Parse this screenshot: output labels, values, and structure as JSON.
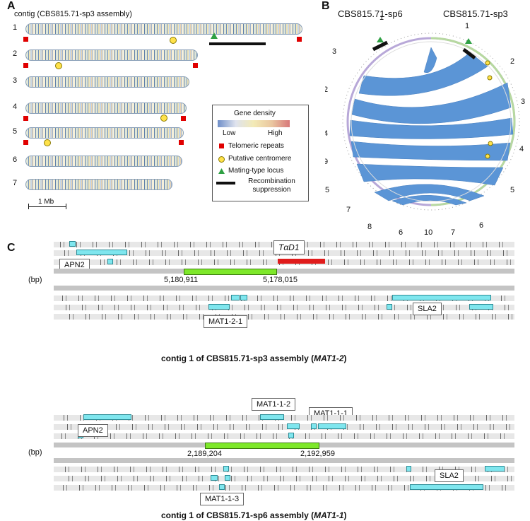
{
  "panel_a": {
    "letter": "A",
    "title": "contig (CBS815.71-sp3 assembly)",
    "chromosomes": [
      "1",
      "2",
      "3",
      "4",
      "5",
      "6",
      "7"
    ],
    "scale_label": "1 Mb"
  },
  "legend": {
    "title": "Gene density",
    "low": "Low",
    "high": "High",
    "telomeric": "Telomeric repeats",
    "centromere": "Putative centromere",
    "mating": "Mating-type locus",
    "recombination": "Recombination suppression"
  },
  "panel_b": {
    "letter": "B",
    "left_title": "CBS815.71-sp6",
    "right_title": "CBS815.71-sp3",
    "left_labels": [
      "1",
      "3",
      "2",
      "4",
      "9",
      "5",
      "7",
      "8",
      "6",
      "10"
    ],
    "right_labels": [
      "1",
      "2",
      "3",
      "4",
      "5",
      "6",
      "7"
    ]
  },
  "panel_c": {
    "letter": "C",
    "sp3": {
      "genes": {
        "apn2": "APN2",
        "tad1": "TαD1",
        "mat121": "MAT1-2-1",
        "sla2": "SLA2"
      },
      "unit": "(bp)",
      "coord_left": "5,180,911",
      "coord_right": "5,178,015",
      "caption_pre": "contig 1 of CBS815.71-sp3 assembly (",
      "caption_gene": "MAT1-2",
      "caption_post": ")"
    },
    "sp6": {
      "genes": {
        "apn2": "APN2",
        "mat112": "MAT1-1-2",
        "mat111": "MAT1-1-1",
        "mat113": "MAT1-1-3",
        "sla2": "SLA2"
      },
      "unit": "(bp)",
      "coord_left": "2,189,204",
      "coord_right": "2,192,959",
      "caption_pre": "contig 1 of CBS815.71-sp6 assembly (",
      "caption_gene": "MAT1-1",
      "caption_post": ")"
    }
  },
  "colors": {
    "telomere": "#e00000",
    "centromere": "#ffe24a",
    "mating": "#2ea043",
    "ribbon": "#5b95d6",
    "gene": "#7fe6ee",
    "mating_region": "#7ee82a"
  }
}
